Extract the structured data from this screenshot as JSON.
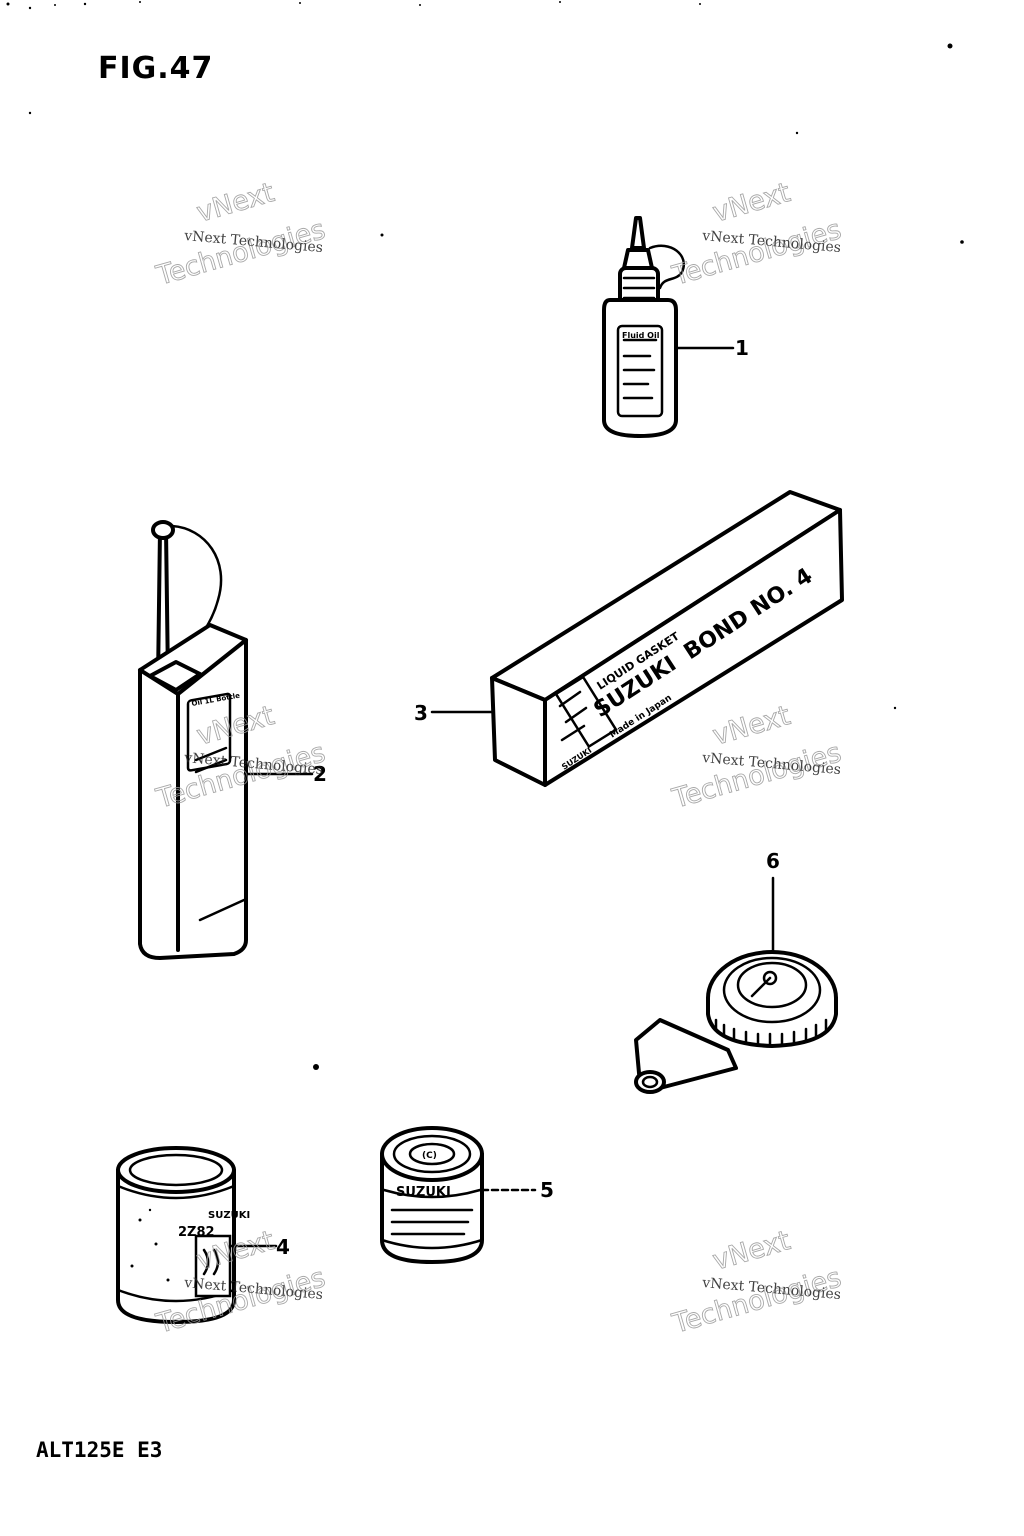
{
  "figure": {
    "title": "FIG.47",
    "model_code": "ALT125E E3"
  },
  "watermark": {
    "line1": "vNext Technologies",
    "line2": "vNext",
    "line3": "Technologies"
  },
  "parts": [
    {
      "number": "1",
      "icon": "oil-bottle-icon"
    },
    {
      "number": "2",
      "icon": "oil-can-icon"
    },
    {
      "number": "3",
      "icon": "bond-box-icon"
    },
    {
      "number": "4",
      "icon": "large-paint-can-icon"
    },
    {
      "number": "5",
      "icon": "small-paint-can-icon"
    },
    {
      "number": "6",
      "icon": "pressure-gauge-icon"
    }
  ],
  "labels": {
    "bottle_label": "Fluid Oil",
    "can_label": "Oil 1L Bottle",
    "box_top": "LIQUID GASKET",
    "box_brand": "SUZUKI",
    "box_product": "BOND NO. 4",
    "box_small": "Made in Japan",
    "box_logo": "SUZUKI",
    "can4_line1": "SUZUKI",
    "can4_line2": "2Z82",
    "can5_brand": "SUZUKI"
  }
}
